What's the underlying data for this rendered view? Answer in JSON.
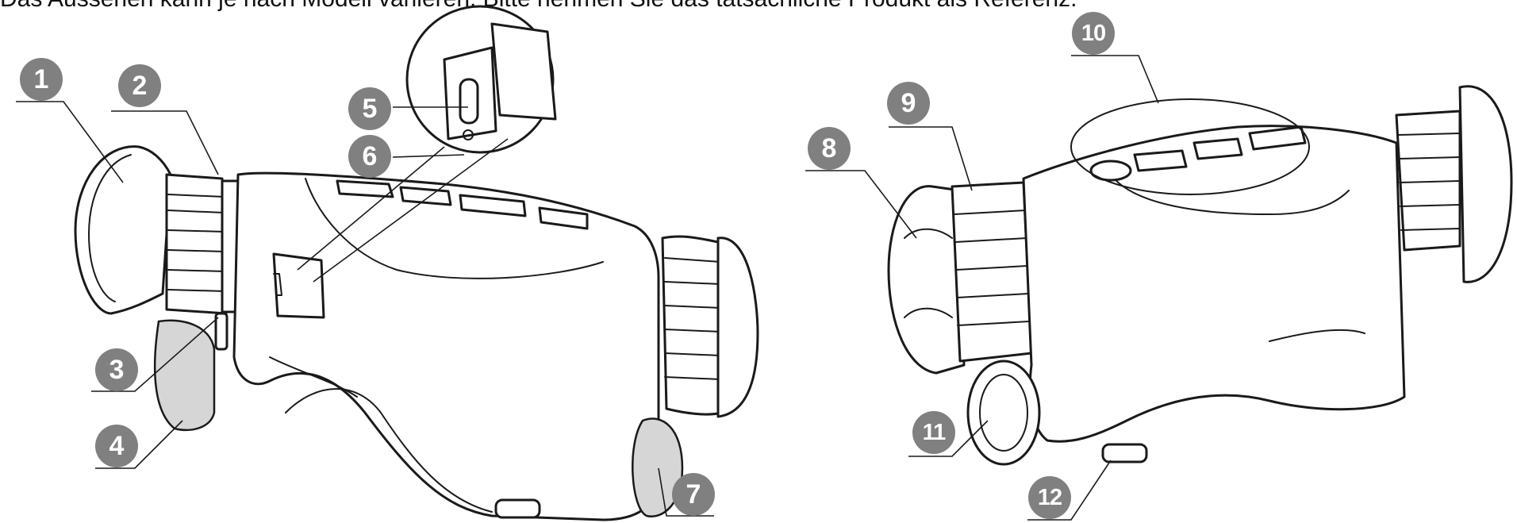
{
  "caption": "Das Aussehen kann je nach Modell variieren. Bitte nehmen Sie das tatsächliche Produkt als Referenz.",
  "callouts": [
    "1",
    "2",
    "3",
    "4",
    "5",
    "6",
    "7",
    "8",
    "9",
    "10",
    "11",
    "12"
  ]
}
